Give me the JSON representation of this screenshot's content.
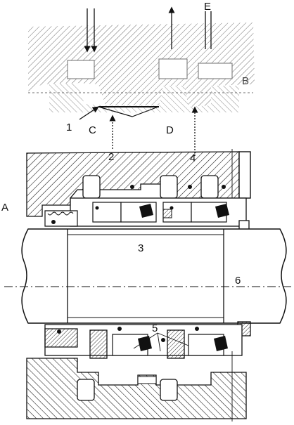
{
  "labels": {
    "A": "A",
    "B": "B",
    "C": "C",
    "D": "D",
    "E": "E",
    "n1": "1",
    "n2": "2",
    "n3": "3",
    "n4": "4",
    "n5": "5",
    "n6": "6"
  },
  "colors": {
    "ink": "#111111",
    "detail_faded": "#6e6e6e",
    "background": "#ffffff"
  }
}
